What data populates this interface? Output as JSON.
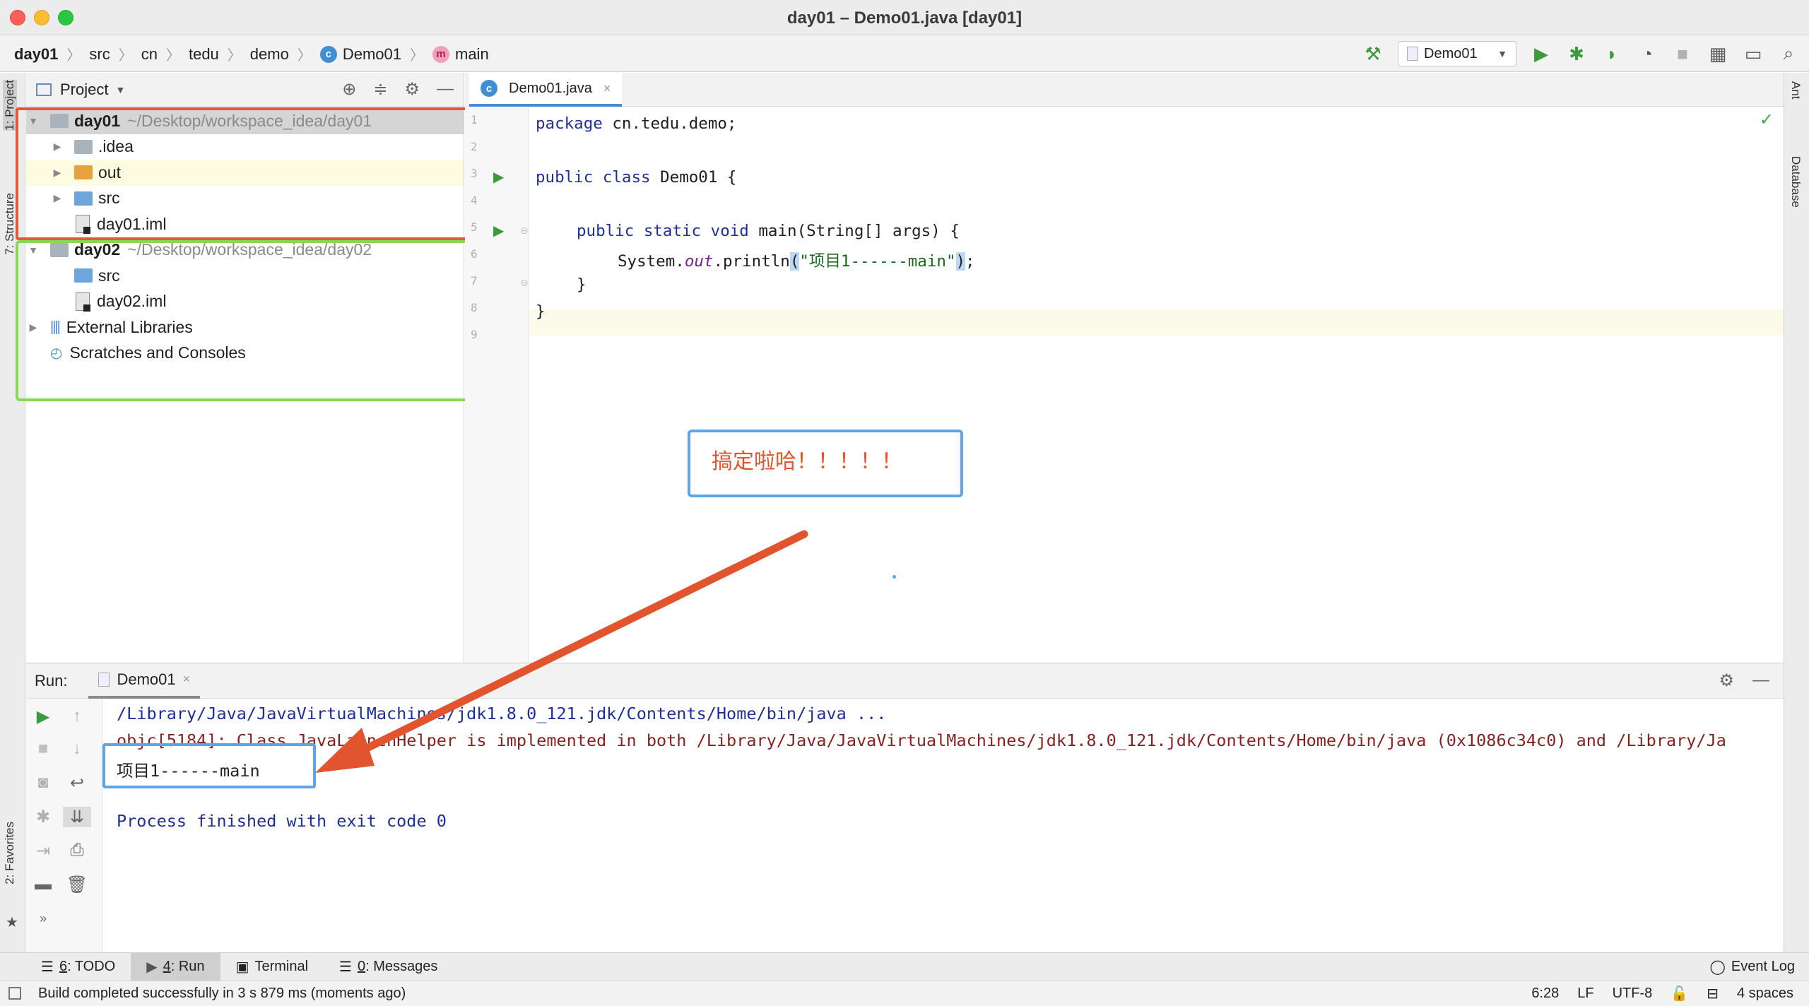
{
  "window": {
    "title": "day01 – Demo01.java [day01]"
  },
  "breadcrumbs": [
    "day01",
    "src",
    "cn",
    "tedu",
    "demo",
    "Demo01",
    "main"
  ],
  "toolbar": {
    "run_config": "Demo01"
  },
  "left_tabs": [
    "1: Project",
    "7: Structure",
    "2: Favorites"
  ],
  "right_tabs": [
    "Ant",
    "Database"
  ],
  "project_panel": {
    "title": "Project",
    "tree": [
      {
        "name": "day01",
        "path": "~/Desktop/workspace_idea/day01"
      },
      {
        "name": ".idea"
      },
      {
        "name": "out"
      },
      {
        "name": "src"
      },
      {
        "name": "day01.iml"
      },
      {
        "name": "day02",
        "path": "~/Desktop/workspace_idea/day02"
      },
      {
        "name": "src"
      },
      {
        "name": "day02.iml"
      },
      {
        "name": "External Libraries"
      },
      {
        "name": "Scratches and Consoles"
      }
    ]
  },
  "editor": {
    "tab": "Demo01.java",
    "line_numbers": [
      "1",
      "2",
      "3",
      "4",
      "5",
      "6",
      "7",
      "8",
      "9"
    ],
    "code": {
      "l1_kw": "package",
      "l1_rest": " cn.tedu.demo;",
      "l3_kw": "public class",
      "l3_rest": " Demo01 {",
      "l5_kw": "public static void",
      "l5_rest": " main(String[] args) {",
      "l6_pre": "System.",
      "l6_field": "out",
      "l6_method": ".println",
      "l6_open": "(",
      "l6_str": "\"项目1------main\"",
      "l6_close": ")",
      "l6_end": ";",
      "l7": "}",
      "l8": "}"
    }
  },
  "annotation": {
    "callout_text": "搞定啦哈！！！！！"
  },
  "run_panel": {
    "label": "Run:",
    "tab": "Demo01",
    "lines": [
      "/Library/Java/JavaVirtualMachines/jdk1.8.0_121.jdk/Contents/Home/bin/java ...",
      "objc[5184]: Class JavaLaunchHelper is implemented in both /Library/Java/JavaVirtualMachines/jdk1.8.0_121.jdk/Contents/Home/bin/java (0x1086c34c0) and /Library/Ja",
      "项目1------main",
      "Process finished with exit code 0"
    ]
  },
  "bottom_tools": {
    "todo_num": "6",
    "todo_label": ": TODO",
    "run_num": "4",
    "run_label": ": Run",
    "terminal": "Terminal",
    "messages_num": "0",
    "messages_label": ": Messages",
    "event_log": "Event Log"
  },
  "status": {
    "message": "Build completed successfully in 3 s 879 ms (moments ago)",
    "position": "6:28",
    "line_sep": "LF",
    "encoding": "UTF-8",
    "indent": "4 spaces"
  }
}
